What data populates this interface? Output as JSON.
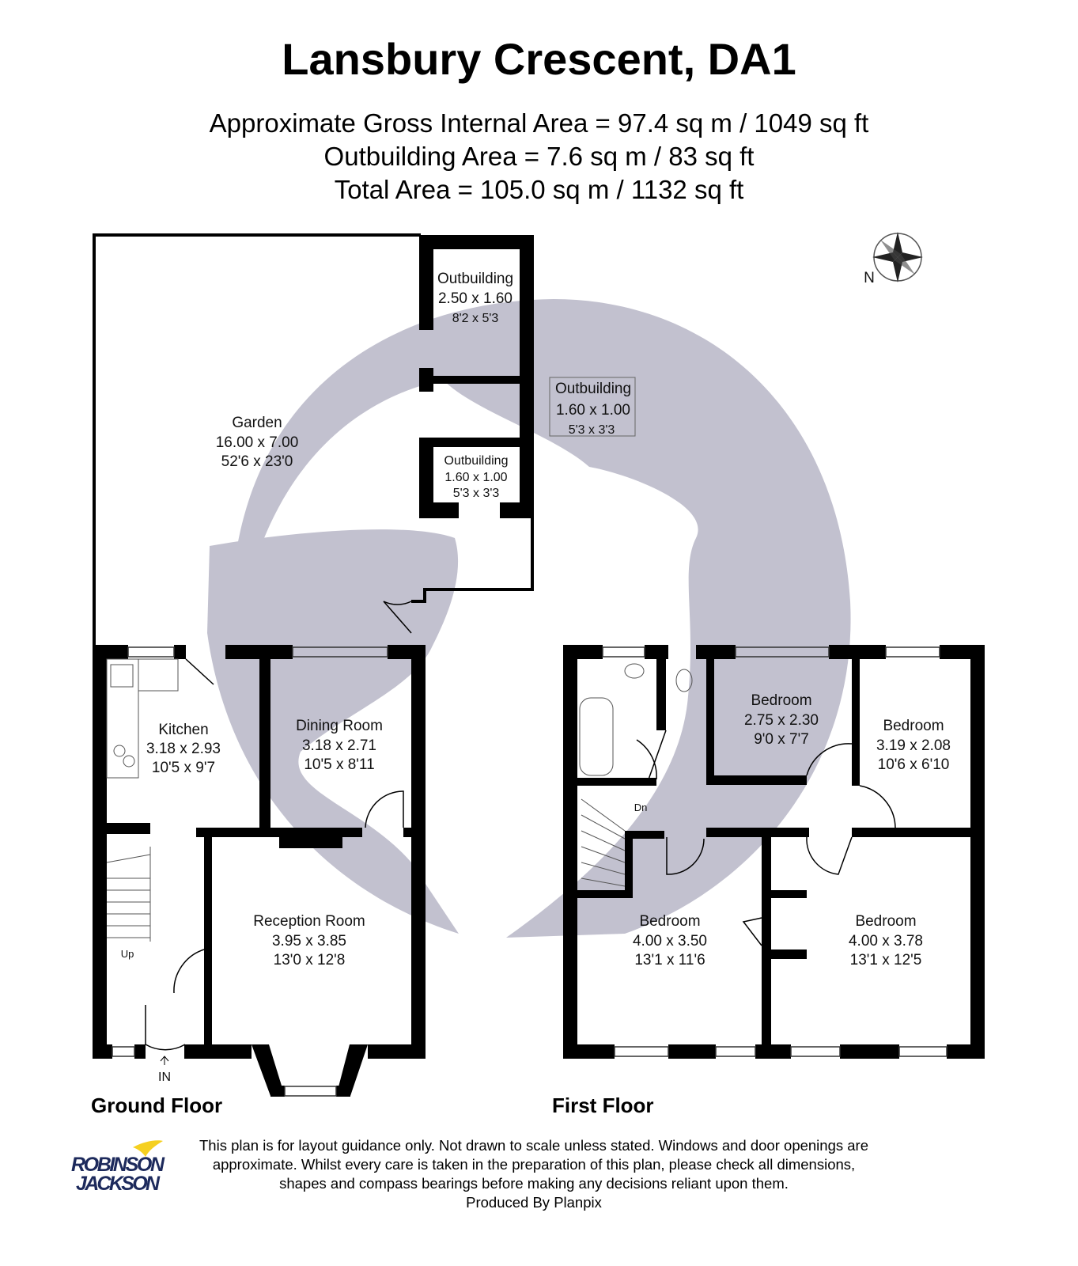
{
  "title": "Lansbury Crescent, DA1",
  "areas": {
    "gross": "Approximate Gross Internal Area = 97.4 sq m / 1049 sq ft",
    "outbuilding": "Outbuilding Area = 7.6 sq m / 83 sq ft",
    "total": "Total Area = 105.0 sq m / 1132 sq ft"
  },
  "compass": {
    "label": "N"
  },
  "ground_floor": {
    "label": "Ground Floor",
    "entrance": "IN",
    "stairs": "Up",
    "rooms": [
      {
        "name": "Garden",
        "metric": "16.00 x 7.00",
        "imperial": "52'6 x 23'0"
      },
      {
        "name": "Outbuilding",
        "metric": "2.50 x 1.60",
        "imperial": "8'2 x 5'3"
      },
      {
        "name": "Outbuilding",
        "metric": "1.60 x 1.00",
        "imperial": "5'3 x 3'3"
      },
      {
        "name": "Outbuilding",
        "metric": "1.60 x 1.00",
        "imperial": "5'3 x 3'3"
      },
      {
        "name": "Kitchen",
        "metric": "3.18 x 2.93",
        "imperial": "10'5 x 9'7"
      },
      {
        "name": "Dining Room",
        "metric": "3.18 x 2.71",
        "imperial": "10'5 x 8'11"
      },
      {
        "name": "Reception Room",
        "metric": "3.95 x 3.85",
        "imperial": "13'0 x 12'8"
      }
    ]
  },
  "first_floor": {
    "label": "First Floor",
    "stairs": "Dn",
    "rooms": [
      {
        "name": "Bedroom",
        "metric": "2.75 x 2.30",
        "imperial": "9'0 x 7'7"
      },
      {
        "name": "Bedroom",
        "metric": "3.19 x 2.08",
        "imperial": "10'6 x 6'10"
      },
      {
        "name": "Bedroom",
        "metric": "4.00 x 3.50",
        "imperial": "13'1 x 11'6"
      },
      {
        "name": "Bedroom",
        "metric": "4.00 x 3.78",
        "imperial": "13'1 x 12'5"
      }
    ]
  },
  "disclaimer": "This plan is for layout guidance only. Not drawn to scale unless stated. Windows and door openings are approximate. Whilst every care is taken in the preparation of this plan, please check all dimensions, shapes and compass bearings before making any decisions reliant upon them.",
  "produced_by": "Produced By Planpix",
  "logo": {
    "line1": "ROBINSON",
    "line2": "JACKSON"
  },
  "colors": {
    "walls": "#000000",
    "watermark": "#c2c1cf",
    "logo_navy": "#1d2a5c",
    "logo_yellow": "#f5d020"
  }
}
